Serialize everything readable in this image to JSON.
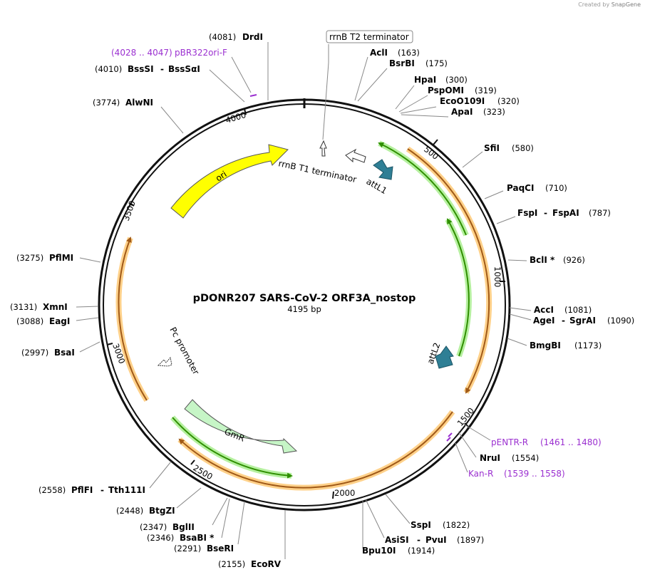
{
  "app": {
    "credit_prefix": "Created by",
    "credit_brand": "SnapGene"
  },
  "map": {
    "name": "pDONR207 SARS-CoV-2 ORF3A_nostop",
    "length_label": "4195 bp"
  },
  "ticks": [
    "500",
    "1000",
    "1500",
    "2000",
    "2500",
    "3000",
    "3500",
    "4000"
  ],
  "enzymes": [
    {
      "name": "DrdI",
      "pos": "(4081)"
    },
    {
      "name": "AclI",
      "pos": "(163)"
    },
    {
      "name": "BsrBI",
      "pos": "(175)"
    },
    {
      "name": "HpaI",
      "pos": "(300)"
    },
    {
      "name": "PspOMI",
      "pos": "(319)"
    },
    {
      "name": "EcoO109I",
      "pos": "(320)"
    },
    {
      "name": "ApaI",
      "pos": "(323)"
    },
    {
      "name": "SfiI",
      "pos": "(580)"
    },
    {
      "name": "PaqCI",
      "pos": "(710)"
    },
    {
      "name": "FspI",
      "alt": "FspAI",
      "pos": "(787)"
    },
    {
      "name": "BclI *",
      "pos": "(926)"
    },
    {
      "name": "AccI",
      "pos": "(1081)"
    },
    {
      "name": "AgeI",
      "alt": "SgrAI",
      "pos": "(1090)"
    },
    {
      "name": "BmgBI",
      "pos": "(1173)"
    },
    {
      "name": "NruI",
      "pos": "(1554)"
    },
    {
      "name": "SspI",
      "pos": "(1822)"
    },
    {
      "name": "AsiSI",
      "alt": "PvuI",
      "pos": "(1897)"
    },
    {
      "name": "Bpu10I",
      "pos": "(1914)"
    },
    {
      "name": "EcoRV",
      "pos": "(2155)"
    },
    {
      "name": "BseRI",
      "pos": "(2291)"
    },
    {
      "name": "BsaBI *",
      "pos": "(2346)"
    },
    {
      "name": "BglII",
      "pos": "(2347)"
    },
    {
      "name": "BtgZI",
      "pos": "(2448)"
    },
    {
      "name": "PflFI",
      "alt": "Tth111I",
      "pos": "(2558)"
    },
    {
      "name": "BsaI",
      "pos": "(2997)"
    },
    {
      "name": "EagI",
      "pos": "(3088)"
    },
    {
      "name": "XmnI",
      "pos": "(3131)"
    },
    {
      "name": "PflMI",
      "pos": "(3275)"
    },
    {
      "name": "AlwNI",
      "pos": "(3774)"
    },
    {
      "name": "BssSI",
      "alt": "BssSαI",
      "pos": "(4010)"
    }
  ],
  "primers": [
    {
      "name": "pBR322ori-F",
      "range": "(4028 .. 4047)"
    },
    {
      "name": "pENTR-R",
      "range": "(1461 .. 1480)"
    },
    {
      "name": "Kan-R",
      "range": "(1539 .. 1558)"
    }
  ],
  "features": {
    "rrnb_t2": "rrnB T2 terminator",
    "rrnb_t1": "rrnB T1 terminator",
    "attl1": "attL1",
    "attl2": "attL2",
    "ori": "ori",
    "gmr": "GmR",
    "pc_promoter": "Pc promoter"
  },
  "colors": {
    "backbone": "#111111",
    "ori": "#ffff00",
    "attl": "#2f7f95",
    "gmr": "#c6f5c6",
    "orf_green": "#2f8f00",
    "orf_halo_green": "#b6f0a0",
    "orf_orange": "#a05a18",
    "orf_halo_orange": "#ffd18a",
    "primer": "#9b30d0"
  }
}
